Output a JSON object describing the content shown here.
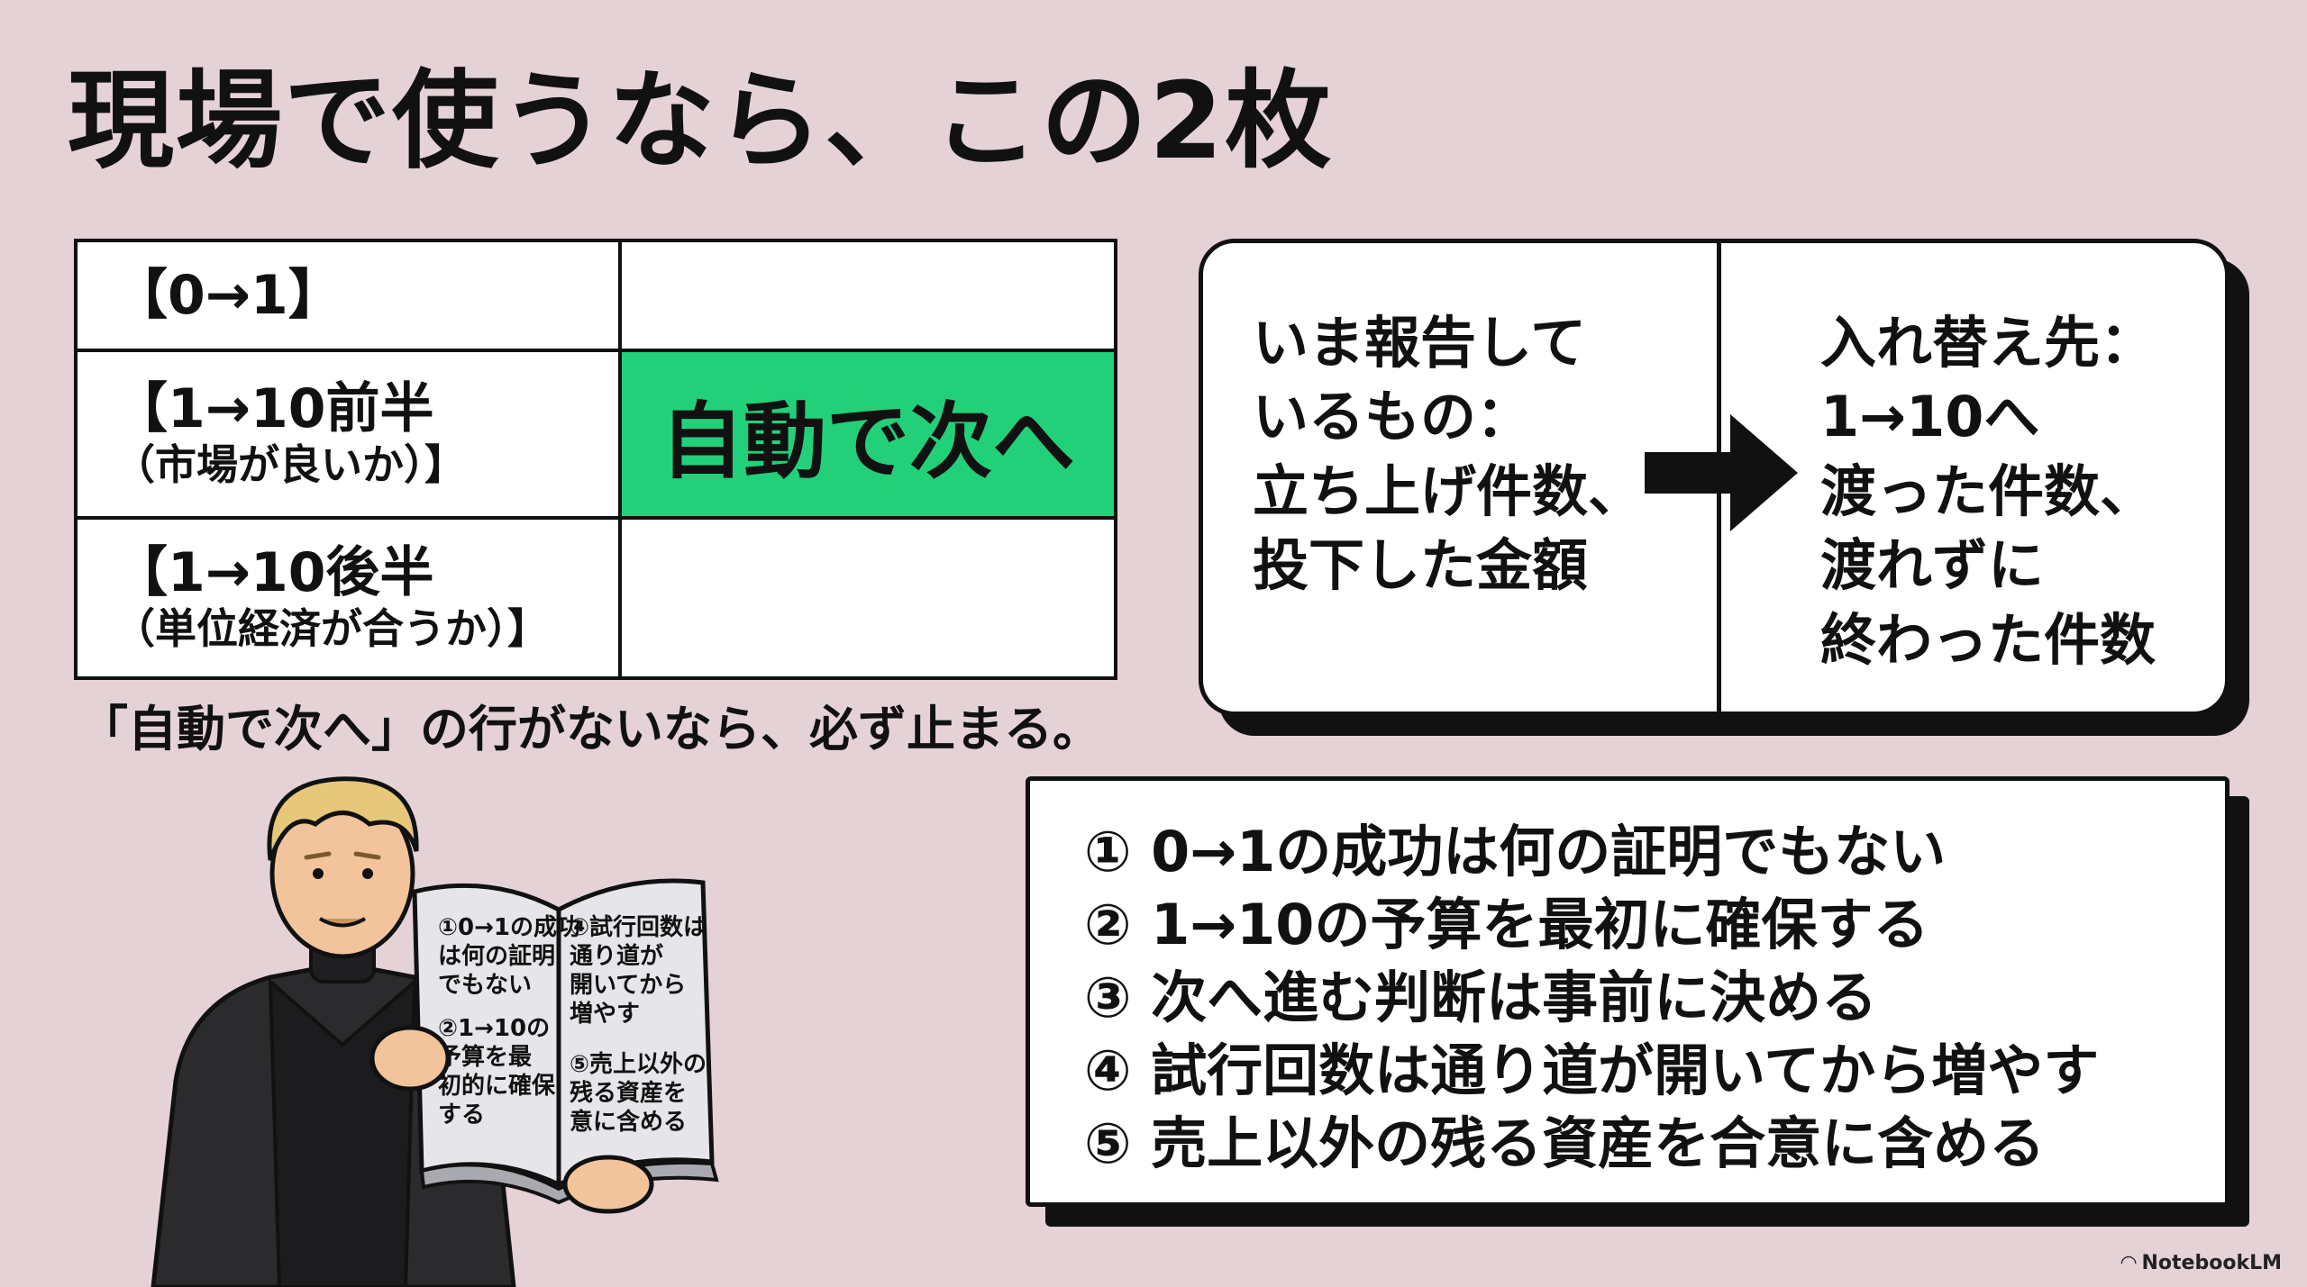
{
  "title": "現場で使うなら、この2枚",
  "stage_table": {
    "rows": [
      {
        "main": "【0→1】",
        "sub": ""
      },
      {
        "main": "【1→10前半",
        "sub": "（市場が良いか）】"
      },
      {
        "main": "【1→10後半",
        "sub": "（単位経済が合うか）】"
      }
    ],
    "highlight_label": "自動で次へ",
    "highlight_color": "#22d07a"
  },
  "note": "「自動で次へ」の行がないなら、必ず止まる。",
  "metrics": {
    "left_lines": [
      "いま報告して",
      "いるもの：",
      "立ち上げ件数、",
      "投下した金額"
    ],
    "right_lines": [
      "入れ替え先：",
      "1→10へ",
      "渡った件数、",
      "渡れずに",
      "終わった件数"
    ],
    "arrow_icon": "arrow-right-icon"
  },
  "principles": [
    "① 0→1の成功は何の証明でもない",
    "② 1→10の予算を最初に確保する",
    "③ 次へ進む判断は事前に決める",
    "④ 試行回数は通り道が開いてから増やす",
    "⑤ 売上以外の残る資産を合意に含める"
  ],
  "book": {
    "left_page": [
      "①0→1の成功",
      "は何の証明",
      "でもない",
      "②1→10の",
      "予算を最",
      "初的に確保",
      "する"
    ],
    "right_page": [
      "④試行回数は",
      "通り道が",
      "開いてから",
      "増やす",
      "⑤売上以外の",
      "残る資産を",
      "意に含める"
    ]
  },
  "brand": "NotebookLM",
  "colors": {
    "background": "#e5d2d6",
    "accent_green": "#22d07a",
    "ink": "#111111"
  }
}
